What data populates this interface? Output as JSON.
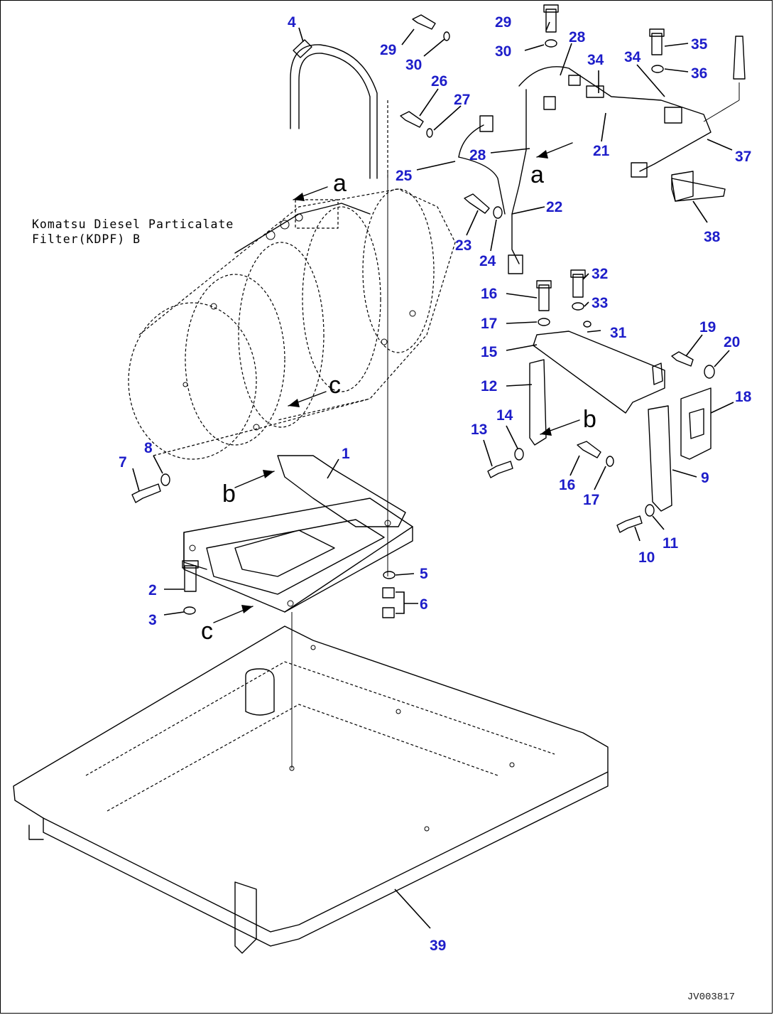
{
  "caption": {
    "line1": "Komatsu Diesel Particalate",
    "line2": "Filter(KDPF) B"
  },
  "view_letters": {
    "a": "a",
    "b": "b",
    "c": "c"
  },
  "drawing_code": "JV003817",
  "part_numbers": [
    "1",
    "2",
    "3",
    "4",
    "5",
    "6",
    "7",
    "8",
    "9",
    "10",
    "11",
    "12",
    "13",
    "14",
    "15",
    "16",
    "17",
    "19",
    "18",
    "20",
    "21",
    "22",
    "23",
    "24",
    "25",
    "26",
    "27",
    "28",
    "29",
    "30",
    "31",
    "32",
    "33",
    "34",
    "35",
    "36",
    "37",
    "38",
    "39"
  ],
  "labels": {
    "p1": "1",
    "p2": "2",
    "p3": "3",
    "p4": "4",
    "p5": "5",
    "p6": "6",
    "p7": "7",
    "p8": "8",
    "p9": "9",
    "p10": "10",
    "p11": "11",
    "p12": "12",
    "p13": "13",
    "p14": "14",
    "p15": "15",
    "p16a": "16",
    "p16b": "16",
    "p17a": "17",
    "p17b": "17",
    "p18": "18",
    "p19": "19",
    "p20": "20",
    "p21": "21",
    "p22": "22",
    "p23": "23",
    "p24": "24",
    "p25": "25",
    "p26": "26",
    "p27": "27",
    "p28a": "28",
    "p28b": "28",
    "p29a": "29",
    "p29b": "29",
    "p30a": "30",
    "p30b": "30",
    "p31": "31",
    "p32": "32",
    "p33": "33",
    "p34a": "34",
    "p34b": "34",
    "p35": "35",
    "p36": "36",
    "p37": "37",
    "p38": "38",
    "p39": "39"
  }
}
